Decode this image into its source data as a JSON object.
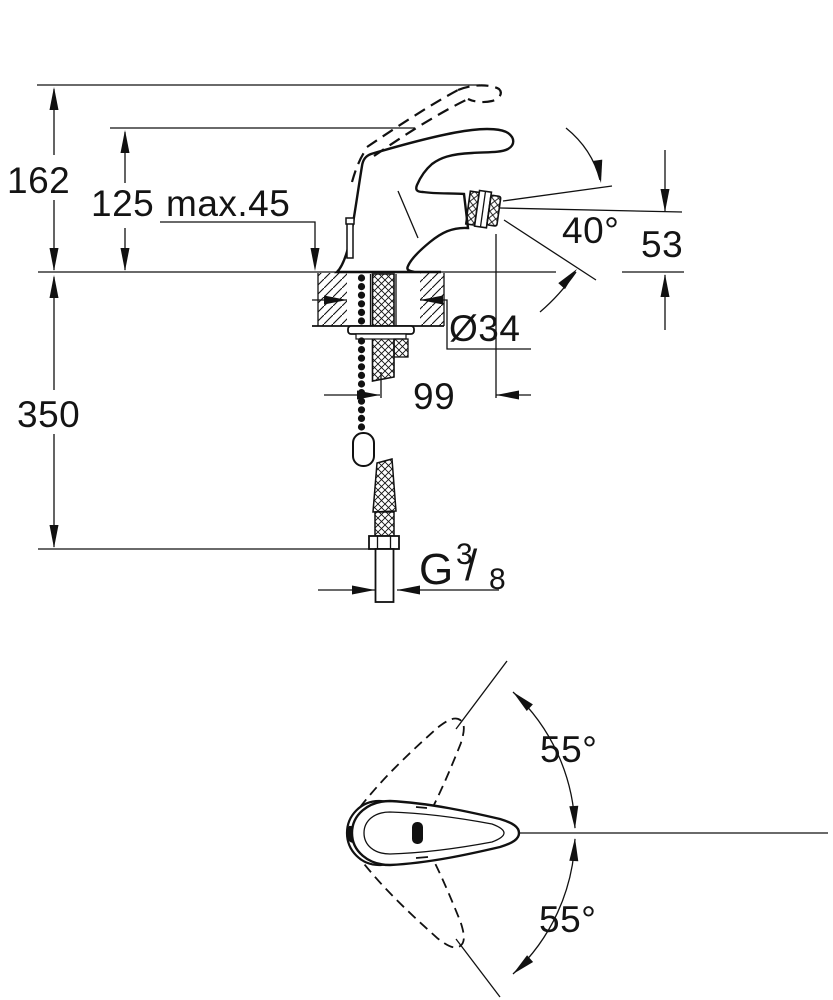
{
  "drawing_type": "faucet-dimensional-drawing",
  "colors": {
    "ink": "#111111",
    "background": "#ffffff"
  },
  "side_view": {
    "total_height": "162",
    "body_height": "125",
    "max_deck_thickness": "max.45",
    "aerator_swivel_angle": "40°",
    "outlet_height": "53",
    "hole_diameter": "Ø34",
    "spout_reach": "99",
    "hose_length": "350",
    "thread": {
      "prefix": "G",
      "numerator": "3",
      "slash": "/",
      "denominator": "8"
    }
  },
  "top_view": {
    "handle_swing_up": "55°",
    "handle_swing_down": "55°"
  }
}
